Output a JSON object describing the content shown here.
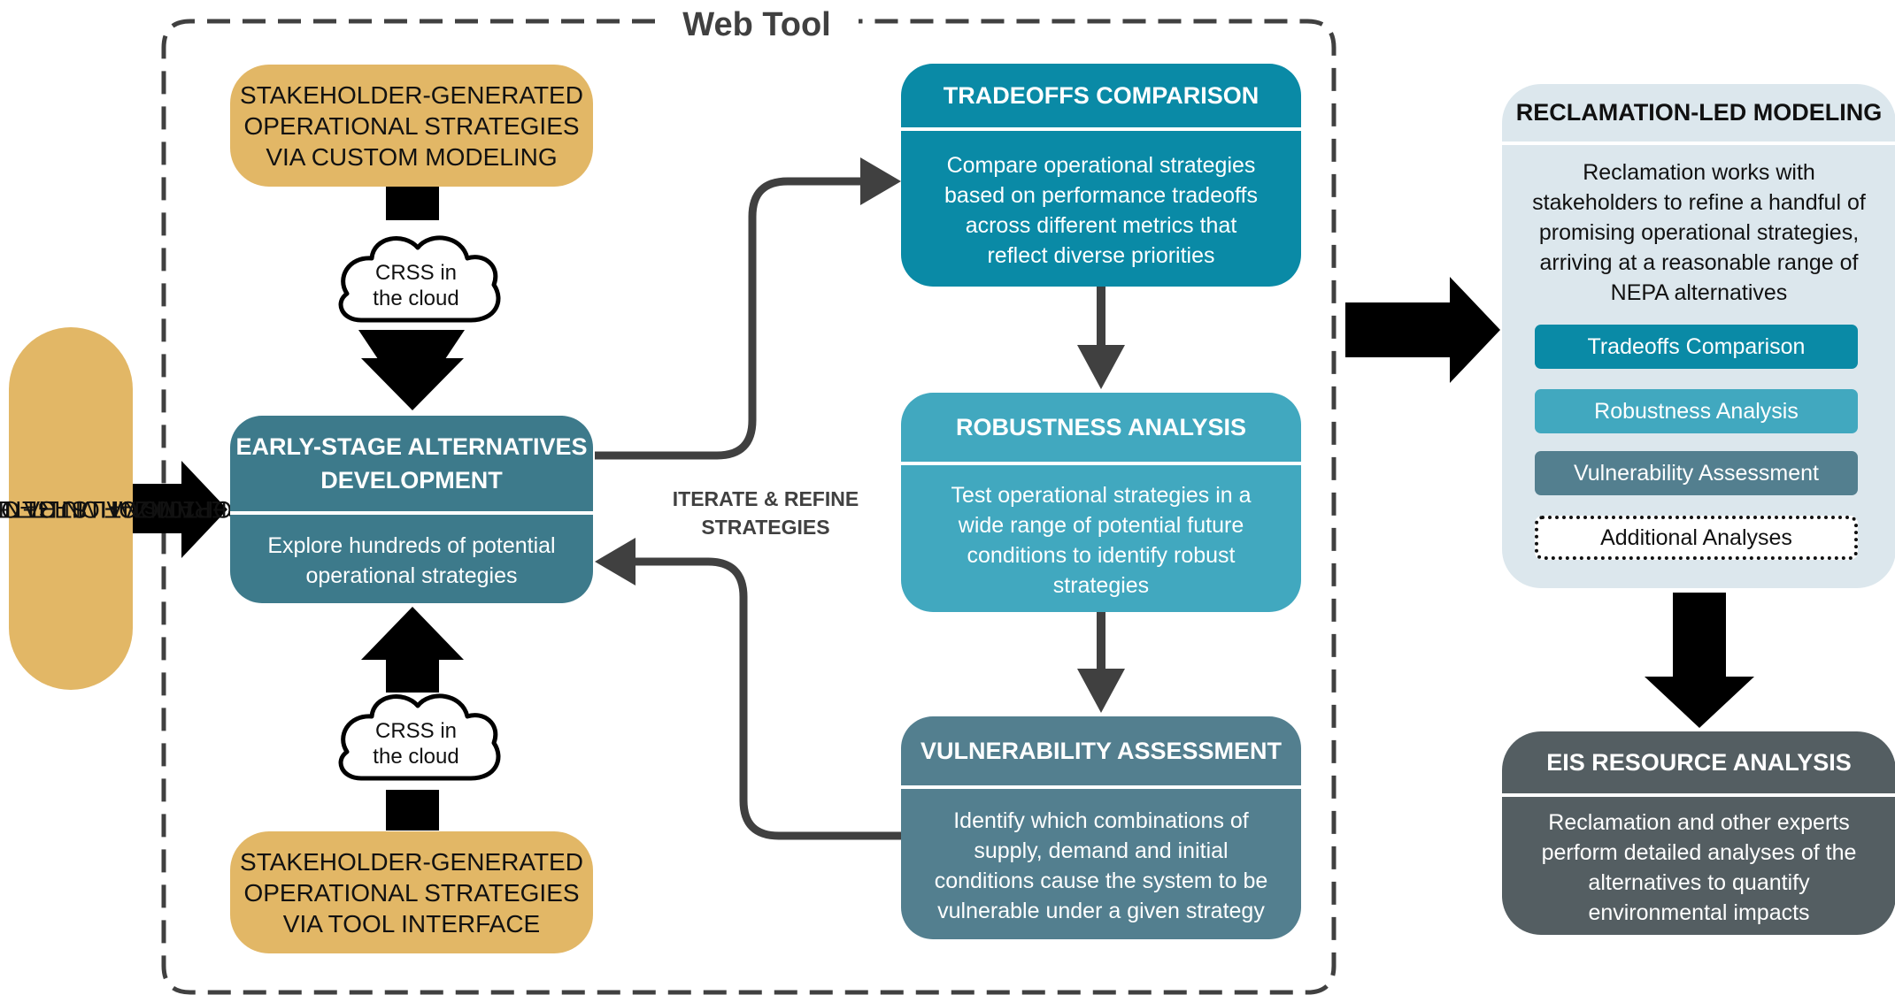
{
  "title": "Web Tool",
  "left_input": {
    "lines": [
      "100s OF MULTI-OBJECTIVE",
      "OPTIMIZATION-GENERATED",
      "OPERATIONAL STRATEGIES"
    ]
  },
  "top_source": {
    "lines": [
      "STAKEHOLDER-GENERATED",
      "OPERATIONAL STRATEGIES",
      "VIA CUSTOM MODELING"
    ]
  },
  "bottom_source": {
    "lines": [
      "STAKEHOLDER-GENERATED",
      "OPERATIONAL STRATEGIES",
      "VIA TOOL INTERFACE"
    ]
  },
  "cloud": {
    "line1": "CRSS in",
    "line2": "the cloud"
  },
  "early_stage": {
    "title_lines": [
      "EARLY-STAGE ALTERNATIVES",
      "DEVELOPMENT"
    ],
    "body_lines": [
      "Explore hundreds of potential",
      "operational strategies"
    ]
  },
  "iterate_label": {
    "lines": [
      "ITERATE & REFINE",
      "STRATEGIES"
    ]
  },
  "tradeoffs": {
    "title": "TRADEOFFS COMPARISON",
    "body_lines": [
      "Compare operational strategies",
      "based on performance tradeoffs",
      "across different metrics that",
      "reflect diverse priorities"
    ]
  },
  "robustness": {
    "title": "ROBUSTNESS ANALYSIS",
    "body_lines": [
      "Test operational strategies in a",
      "wide range of potential future",
      "conditions to identify robust",
      "strategies"
    ]
  },
  "vulnerability": {
    "title": "VULNERABILITY ASSESSMENT",
    "body_lines": [
      "Identify which combinations of",
      "supply, demand and initial",
      "conditions cause the system to be",
      "vulnerable under a given strategy"
    ]
  },
  "reclamation": {
    "title": "RECLAMATION-LED MODELING",
    "body_lines": [
      "Reclamation works with",
      "stakeholders to refine a handful of",
      "promising operational strategies,",
      "arriving at a reasonable range of",
      "NEPA alternatives"
    ],
    "items": [
      "Tradeoffs Comparison",
      "Robustness Analysis",
      "Vulnerability Assessment",
      "Additional Analyses"
    ]
  },
  "eis": {
    "title": "EIS RESOURCE ANALYSIS",
    "body_lines": [
      "Reclamation and other experts",
      "perform detailed analyses of the",
      "alternatives to quantify",
      "environmental impacts"
    ]
  },
  "colors": {
    "gold": "#e2b766",
    "teal_dark": "#3d7a8b",
    "teal_tradeoffs": "#0a8aa6",
    "teal_robust": "#41a8bf",
    "slate_vuln": "#537f8f",
    "reclamation_bg": "#dce7ed",
    "eis_bg": "#545e62",
    "connector": "#404040"
  }
}
